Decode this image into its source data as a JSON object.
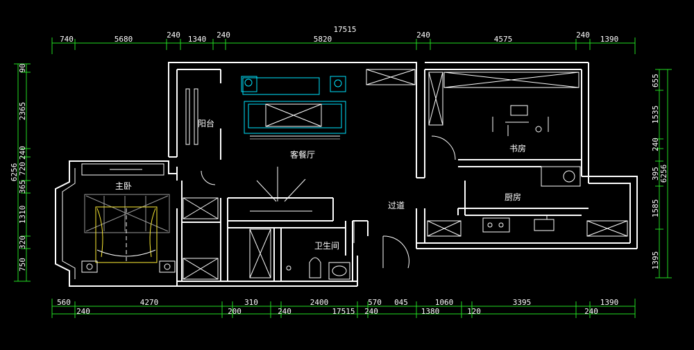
{
  "rooms": {
    "balcony": "阳台",
    "living_dining": "客餐厅",
    "master_bedroom": "主卧",
    "study": "书房",
    "corridor": "过道",
    "kitchen": "厨房",
    "bathroom": "卫生间"
  },
  "dims_top": {
    "total": "17515",
    "d1": "740",
    "d2": "5680",
    "d3": "240",
    "d4": "1340",
    "d5": "240",
    "d6": "5820",
    "d7": "240",
    "d8": "4575",
    "d9": "240",
    "d10": "1390"
  },
  "dims_bottom": {
    "total": "17515",
    "a1": "560",
    "a2": "4270",
    "a3": "310",
    "a4": "2400",
    "a5": "570",
    "a6": "045",
    "a7": "1060",
    "a8": "3395",
    "a9": "1390",
    "b1": "240",
    "b2": "200",
    "b3": "240",
    "b4": "240",
    "b5": "1380",
    "b6": "120",
    "b7": "240"
  },
  "dims_left": {
    "total": "6256",
    "l1": "90",
    "l2": "2365",
    "l3": "240",
    "l4": "720",
    "l5": "365",
    "l6": "1310",
    "l7": "320",
    "l8": "750"
  },
  "dims_right": {
    "total": "6256",
    "r1": "655",
    "r2": "1535",
    "r3": "240",
    "r4": "395",
    "r5": "1585",
    "r6": "1395"
  }
}
